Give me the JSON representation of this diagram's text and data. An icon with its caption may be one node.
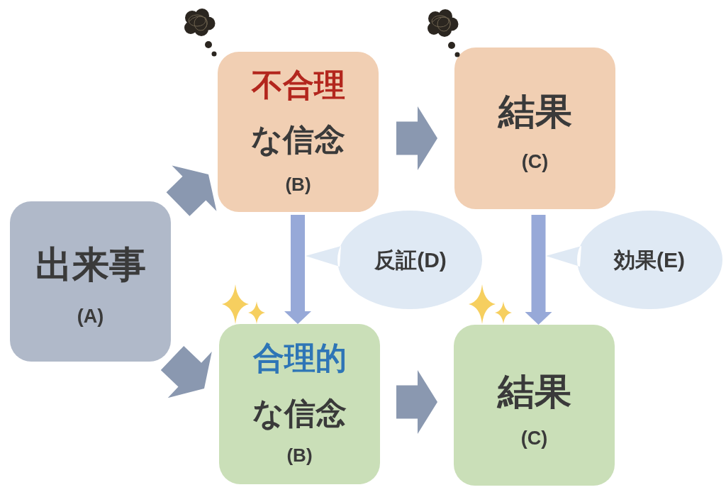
{
  "diagram": {
    "nodes": [
      {
        "text": [
          "出来事",
          "(A)"
        ]
      },
      {
        "text": [
          "不合理",
          "な信念",
          "(B)"
        ]
      },
      {
        "text": [
          "結果",
          "(C)"
        ]
      },
      {
        "text": [
          "合理的",
          "な信念",
          "(B)"
        ]
      },
      {
        "text": [
          "結果",
          "(C)"
        ]
      },
      {
        "text": [
          "反証(D)"
        ]
      },
      {
        "text": [
          "効果(E)"
        ]
      }
    ],
    "edges": [
      {
        "from": 0,
        "to": 1,
        "arrow": "to"
      },
      {
        "from": 0,
        "to": 3,
        "arrow": "to"
      },
      {
        "from": 1,
        "to": 2,
        "arrow": "to"
      },
      {
        "from": 3,
        "to": 4,
        "arrow": "to"
      },
      {
        "from": 1,
        "to": 3,
        "arrow": "to",
        "color": "#97a9d8"
      },
      {
        "from": 2,
        "to": 4,
        "arrow": "to",
        "color": "#97a9d8"
      }
    ]
  }
}
